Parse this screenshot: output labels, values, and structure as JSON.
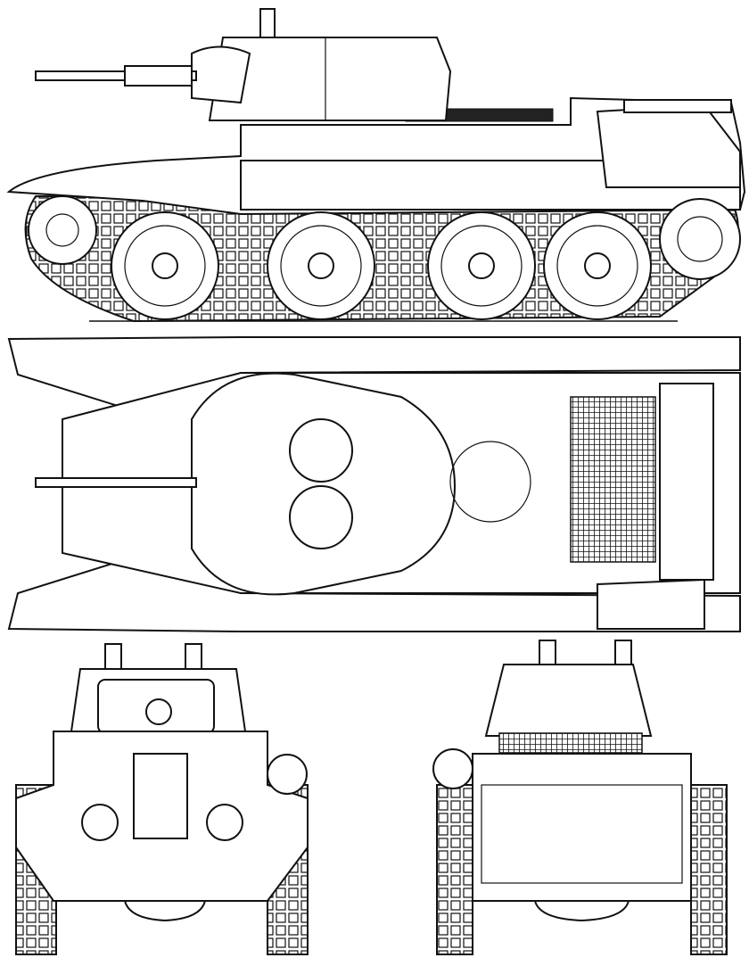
{
  "drawing": {
    "views": [
      "side-view",
      "top-view",
      "front-view",
      "rear-view"
    ],
    "colors": {
      "line": "#111111",
      "paper": "#ffffff"
    }
  }
}
